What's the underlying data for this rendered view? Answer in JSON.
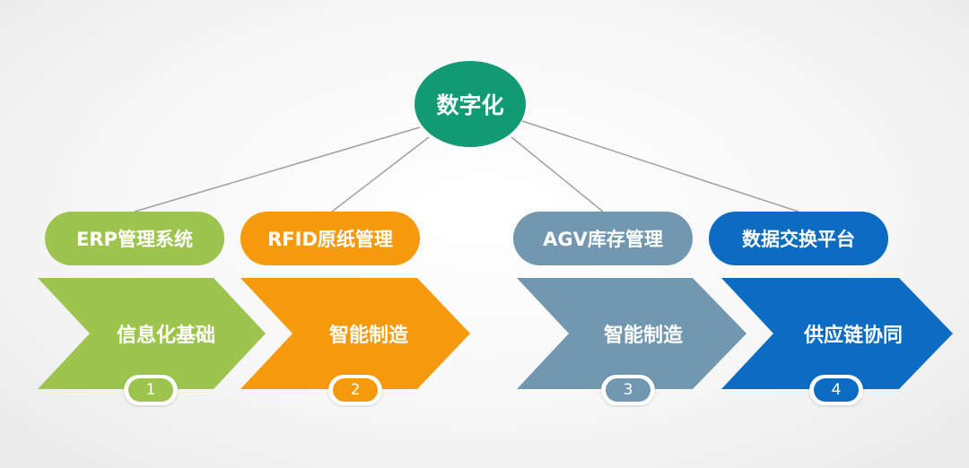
{
  "root": {
    "label": "数字化",
    "color": "#129b73"
  },
  "items": [
    {
      "label": "ERP管理系统",
      "stage": "信息化基础",
      "number": "1",
      "color": "#9dc44d"
    },
    {
      "label": "RFID原纸管理",
      "stage": "智能制造",
      "number": "2",
      "color": "#f59a0c"
    },
    {
      "label": "AGV库存管理",
      "stage": "智能制造",
      "number": "3",
      "color": "#7198b0"
    },
    {
      "label": "数据交换平台",
      "stage": "供应链协同",
      "number": "4",
      "color": "#0b6cc2"
    }
  ]
}
